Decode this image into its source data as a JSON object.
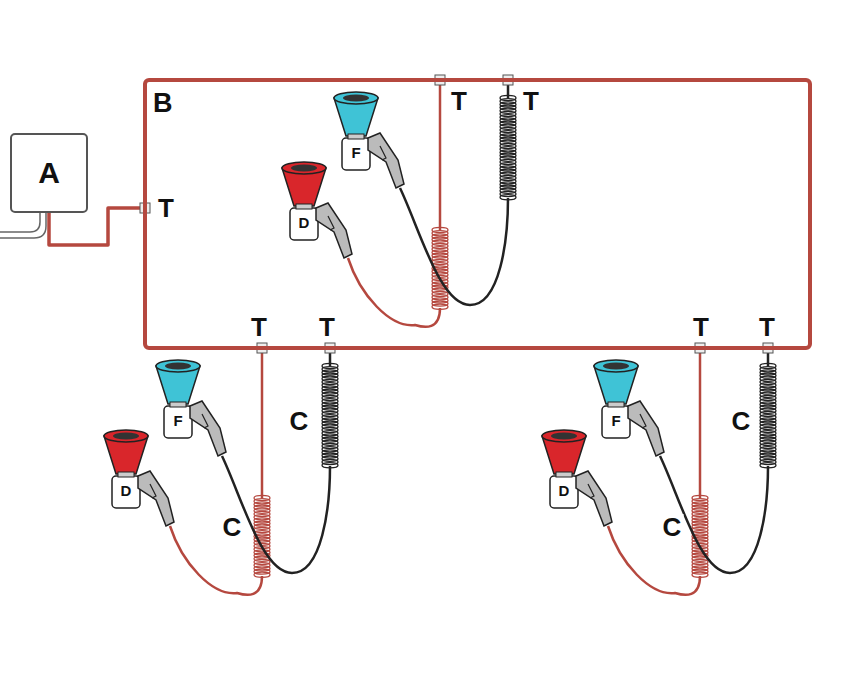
{
  "diagram": {
    "nodes": [
      {
        "text": [
          "A"
        ]
      },
      {
        "text": [
          "B"
        ]
      }
    ],
    "edges": [
      {
        "from": 0,
        "to": 1,
        "arrow": "none"
      }
    ],
    "labels": [
      "T",
      "T",
      "F",
      "T",
      "D",
      "T",
      "T",
      "T",
      "T",
      "F",
      "C",
      "F",
      "C",
      "D",
      "D",
      "C",
      "C"
    ]
  }
}
